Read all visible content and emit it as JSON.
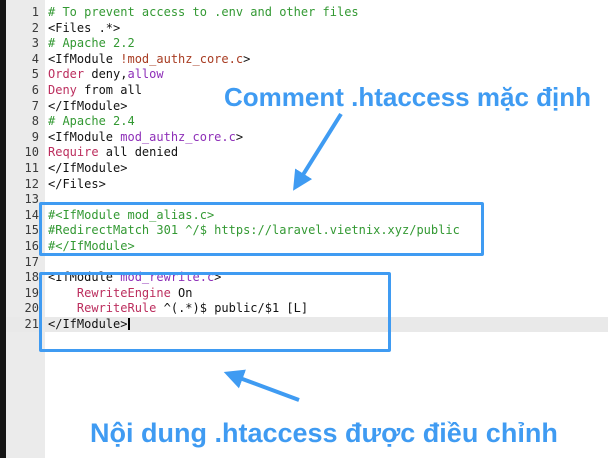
{
  "annotations": {
    "top_label": "Comment .htaccess mặc định",
    "bottom_label": "Nội dung .htaccess được điều chỉnh",
    "accent_color": "#3f9bf2"
  },
  "editor": {
    "active_line": 21,
    "colors": {
      "plain": "#121212",
      "comment_green": "#339933",
      "keyword_red": "#bc2e5e",
      "value_purple": "#8e2fb8",
      "negated_module_maroon": "#a83c22",
      "gutter_bg": "#ebebeb",
      "active_line_bg": "#e9e9e9",
      "side_strip": "#141414"
    },
    "lines": [
      {
        "n": 1,
        "segs": [
          [
            "g",
            "# To prevent access to .env and other files"
          ]
        ]
      },
      {
        "n": 2,
        "segs": [
          [
            "k",
            "<Files .*>"
          ]
        ]
      },
      {
        "n": 3,
        "segs": [
          [
            "g",
            "# Apache 2.2"
          ]
        ]
      },
      {
        "n": 4,
        "segs": [
          [
            "k",
            "<IfModule "
          ],
          [
            "m",
            "!mod_authz_core.c"
          ],
          [
            "k",
            ">"
          ]
        ]
      },
      {
        "n": 5,
        "segs": [
          [
            "r",
            "Order"
          ],
          [
            "k",
            " deny,"
          ],
          [
            "p",
            "allow"
          ]
        ]
      },
      {
        "n": 6,
        "segs": [
          [
            "r",
            "Deny"
          ],
          [
            "k",
            " from all"
          ]
        ]
      },
      {
        "n": 7,
        "segs": [
          [
            "k",
            "</IfModule>"
          ]
        ]
      },
      {
        "n": 8,
        "segs": [
          [
            "g",
            "# Apache 2.4"
          ]
        ]
      },
      {
        "n": 9,
        "segs": [
          [
            "k",
            "<IfModule "
          ],
          [
            "p",
            "mod_authz_core.c"
          ],
          [
            "k",
            ">"
          ]
        ]
      },
      {
        "n": 10,
        "segs": [
          [
            "r",
            "Require"
          ],
          [
            "k",
            " all denied"
          ]
        ]
      },
      {
        "n": 11,
        "segs": [
          [
            "k",
            "</IfModule>"
          ]
        ]
      },
      {
        "n": 12,
        "segs": [
          [
            "k",
            "</Files>"
          ]
        ]
      },
      {
        "n": 13,
        "segs": []
      },
      {
        "n": 14,
        "segs": [
          [
            "g",
            "#<IfModule mod_alias.c>"
          ]
        ]
      },
      {
        "n": 15,
        "segs": [
          [
            "g",
            "#RedirectMatch 301 ^/$ https://laravel.vietnix.xyz/public"
          ]
        ]
      },
      {
        "n": 16,
        "segs": [
          [
            "g",
            "#</IfModule>"
          ]
        ]
      },
      {
        "n": 17,
        "segs": []
      },
      {
        "n": 18,
        "segs": [
          [
            "k",
            "<IfModule "
          ],
          [
            "p",
            "mod_rewrite.c"
          ],
          [
            "k",
            ">"
          ]
        ]
      },
      {
        "n": 19,
        "segs": [
          [
            "k",
            "    "
          ],
          [
            "r",
            "RewriteEngine"
          ],
          [
            "k",
            " On"
          ]
        ]
      },
      {
        "n": 20,
        "segs": [
          [
            "k",
            "    "
          ],
          [
            "r",
            "RewriteRule"
          ],
          [
            "k",
            " ^(.*)$ public/$1 [L]"
          ]
        ]
      },
      {
        "n": 21,
        "segs": [
          [
            "k",
            "</IfModule>"
          ]
        ],
        "cursor": true
      }
    ]
  }
}
